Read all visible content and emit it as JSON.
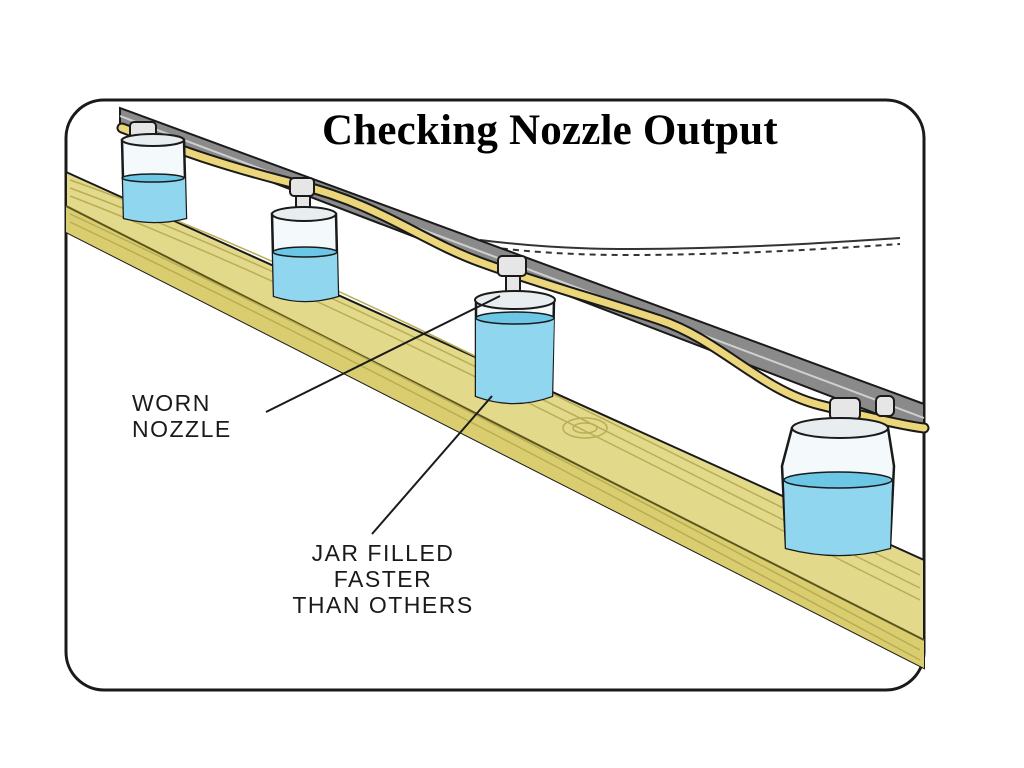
{
  "title": "Checking Nozzle Output",
  "labels": {
    "worn_nozzle": [
      "WORN",
      "NOZZLE"
    ],
    "jar_filled": [
      "JAR FILLED",
      "FASTER",
      "THAN OTHERS"
    ]
  },
  "colors": {
    "board": "#e3d98a",
    "board_grain": "#b9ad55",
    "water": "#8fd6ee",
    "hose": "#ecd67c",
    "boom": "#8a8a8a",
    "outline": "#1a1a1a"
  }
}
